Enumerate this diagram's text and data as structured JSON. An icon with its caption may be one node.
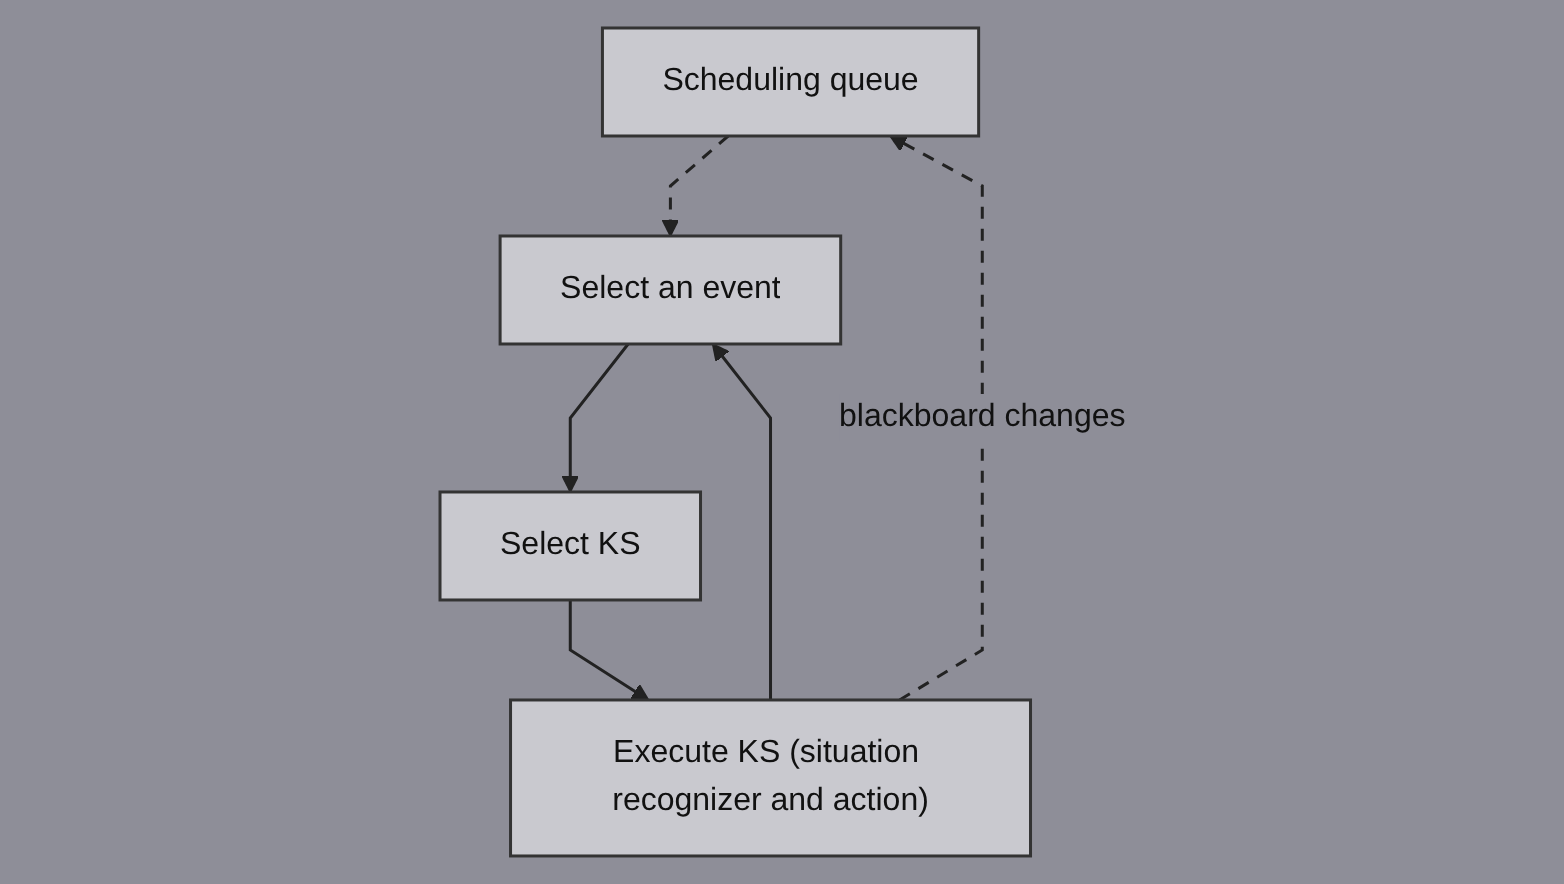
{
  "diagram": {
    "nodes": [
      {
        "text": [
          "Scheduling queue"
        ]
      },
      {
        "text": [
          "Select an event"
        ]
      },
      {
        "text": [
          "Select KS"
        ]
      },
      {
        "text": [
          "Execute KS (situation recognizer and action)"
        ]
      }
    ],
    "edges": [
      {
        "from": 0,
        "to": 1,
        "arrow": "to",
        "style": "dashed"
      },
      {
        "from": 1,
        "to": 2,
        "arrow": "to"
      },
      {
        "from": 2,
        "to": 3,
        "arrow": "to"
      },
      {
        "from": 3,
        "to": 1,
        "arrow": "to"
      },
      {
        "from": 3,
        "to": 0,
        "arrow": "to",
        "style": "dashed",
        "label": "blackboard changes"
      }
    ]
  }
}
